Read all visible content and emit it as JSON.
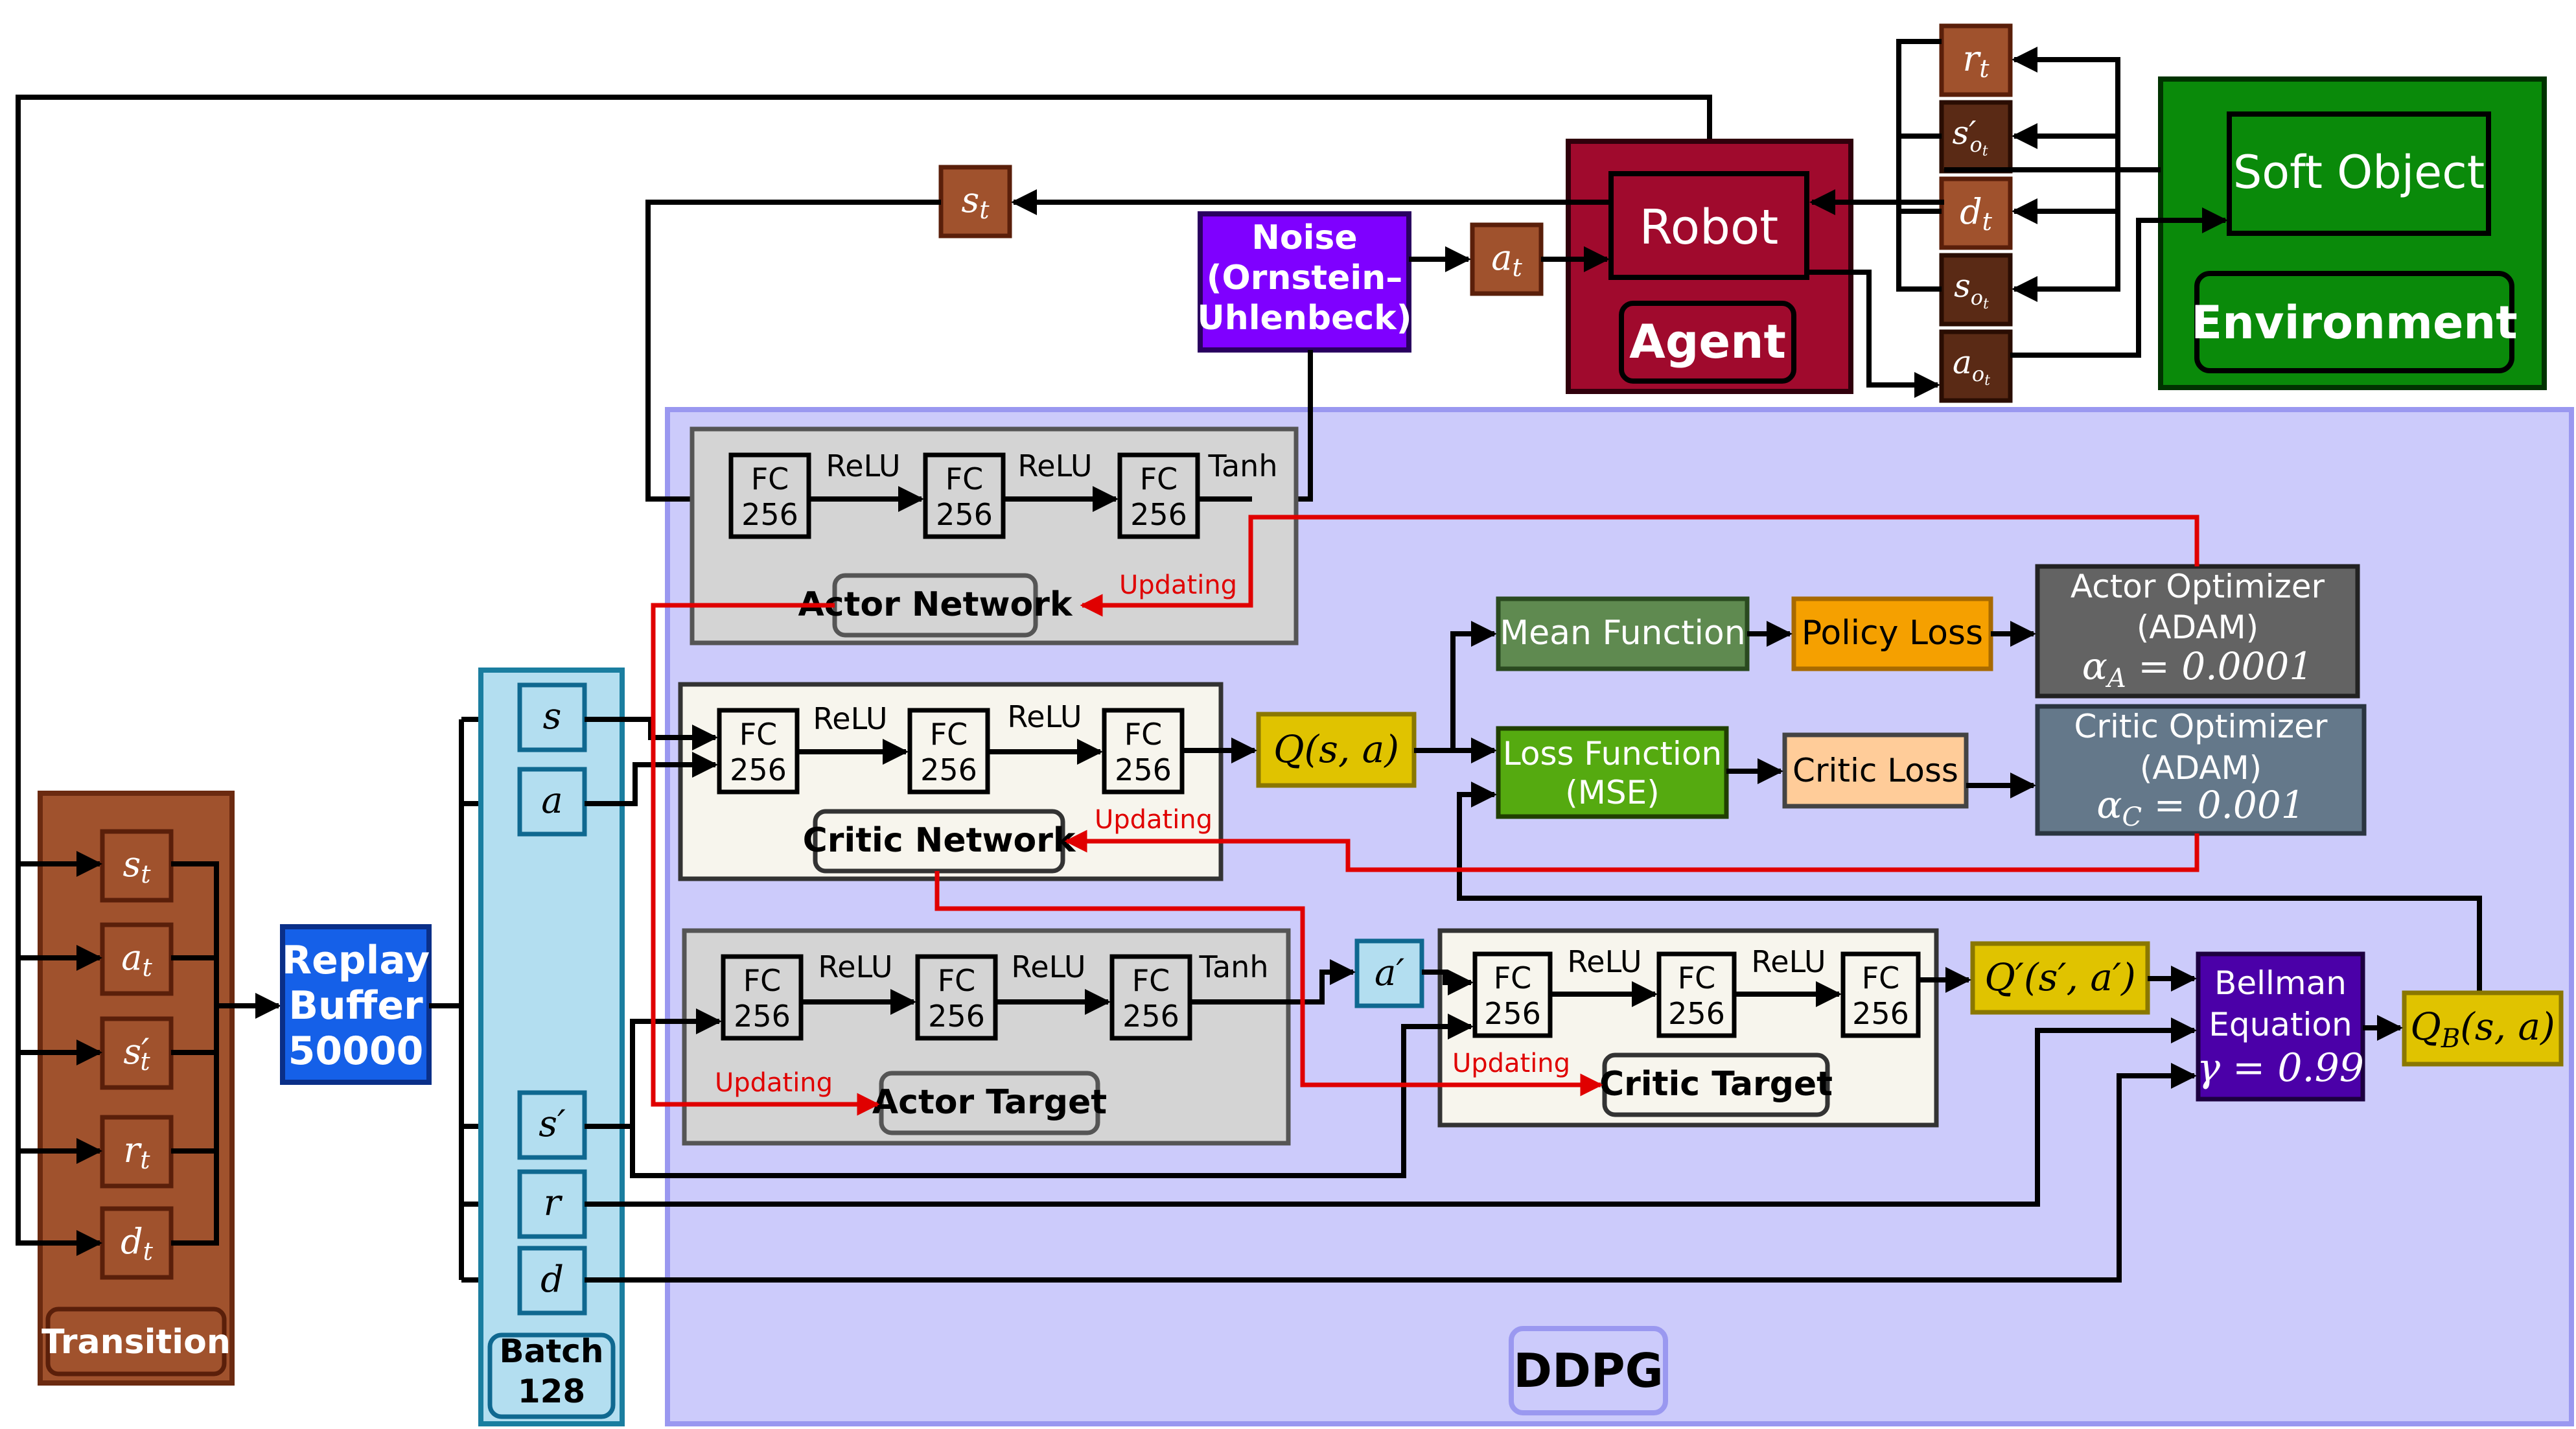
{
  "colors": {
    "transition": "#a0522d",
    "replay": "#1560e8",
    "batch": "#b3def0",
    "ddpg_area": "#cccbfb",
    "network_gray": "#d4d4d4",
    "network_cream": "#f7f5ed",
    "robot": "#a00a2d",
    "env": "#0a8a0a",
    "noise": "#7f00ff",
    "q_yellow": "#e0c300",
    "mean_fn": "#5f8a50",
    "policy_loss": "#f5a000",
    "actor_opt": "#636363",
    "loss_fn": "#55aa10",
    "critic_loss": "#ffcc99",
    "critic_opt": "#64788a",
    "bellman": "#4b00a8",
    "update_red": "#e00000"
  },
  "transition": {
    "items": [
      "s_t",
      "a_t",
      "s'_t",
      "r_t",
      "d_t"
    ],
    "label": "Transition"
  },
  "replay": {
    "line1": "Replay",
    "line2": "Buffer",
    "line3": "50000"
  },
  "batch": {
    "items": [
      "s",
      "a",
      "s′",
      "r",
      "d"
    ],
    "label_line1": "Batch",
    "label_line2": "128"
  },
  "ddpg_label": "DDPG",
  "state_box": "s_t",
  "noise": {
    "line1": "Noise",
    "line2": "(Ornstein–",
    "line3": "Uhlenbeck)"
  },
  "action_box": "a_t",
  "robot": {
    "title": "Robot",
    "agent": "Agent"
  },
  "env": {
    "title": "Soft Object",
    "label": "Environment"
  },
  "env_signals": [
    "r_t",
    "s'_ot",
    "d_t",
    "s_ot",
    "a_ot"
  ],
  "fc": {
    "line1": "FC",
    "line2": "256"
  },
  "activations": {
    "relu": "ReLU",
    "tanh": "Tanh"
  },
  "actor_network": "Actor Network",
  "critic_network": "Critic Network",
  "actor_target": "Actor Target",
  "critic_target": "Critic Target",
  "updating": "Updating",
  "q_sa": "Q(s, a)",
  "a_prime": "a′",
  "q_prime": "Q′(s′, a′)",
  "mean_function": "Mean Function",
  "policy_loss": "Policy Loss",
  "actor_optimizer": {
    "line1": "Actor Optimizer",
    "line2": "(ADAM)",
    "line3": "α_A = 0.0001"
  },
  "loss_function": {
    "line1": "Loss Function",
    "line2": "(MSE)"
  },
  "critic_loss": "Critic Loss",
  "critic_optimizer": {
    "line1": "Critic Optimizer",
    "line2": "(ADAM)",
    "line3": "α_C = 0.001"
  },
  "bellman": {
    "line1": "Bellman",
    "line2": "Equation",
    "line3": "γ = 0.99"
  },
  "qb": "Q_B(s, a)"
}
